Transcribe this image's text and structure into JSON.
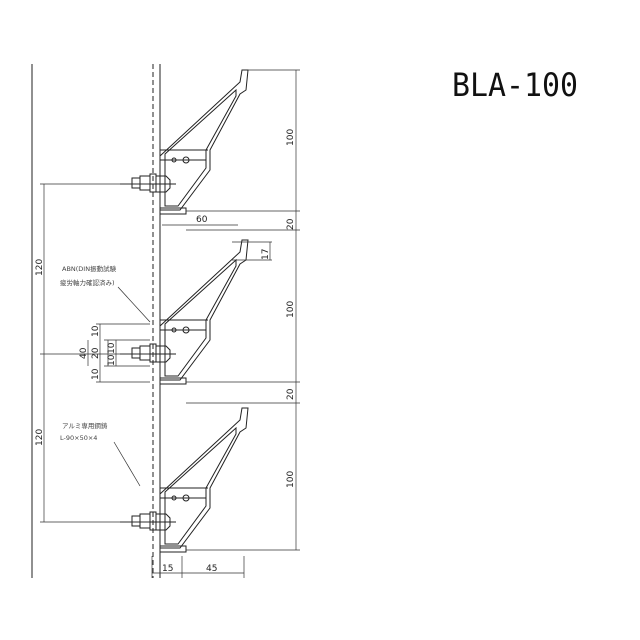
{
  "title": "BLA-100",
  "notes": {
    "abn_line1": "ABN(DIN振動試験",
    "abn_line2": "疲労軸力確認済み)",
    "angle_line1": "アルミ専用鋼鋳",
    "angle_line2": "L-90×50×4"
  },
  "dims": {
    "louver_height_1": "100",
    "louver_height_2": "100",
    "louver_height_3": "100",
    "gap_1": "20",
    "gap_2": "20",
    "depth": "60",
    "tip": "17",
    "pitch_1": "120",
    "pitch_2": "120",
    "d10_a": "10",
    "d10_b": "10",
    "d10_c": "10",
    "d20": "20",
    "d40": "40",
    "d10_d": "10",
    "bottom_15": "15",
    "bottom_45": "45"
  }
}
